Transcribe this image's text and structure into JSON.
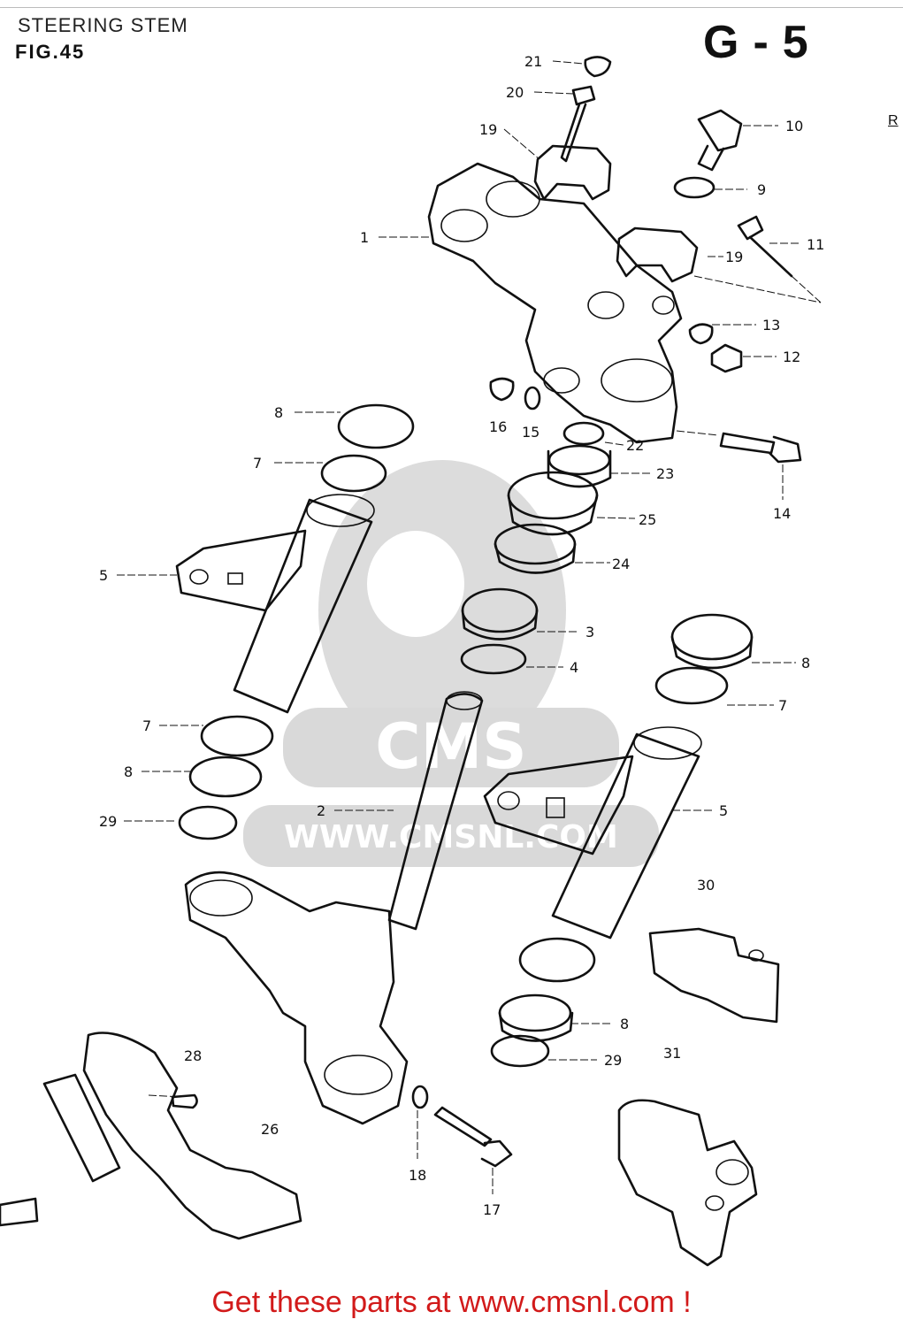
{
  "header": {
    "title": "STEERING STEM",
    "figure": "FIG.45",
    "page_code": "G-5",
    "edge_mark": "R"
  },
  "watermark": {
    "text": "WWW.CMSNL.COM",
    "logo": "CMS"
  },
  "callouts": [
    "21",
    "20",
    "19",
    "10",
    "9",
    "1",
    "11",
    "19",
    "13",
    "12",
    "16",
    "15",
    "22",
    "23",
    "25",
    "24",
    "14",
    "8",
    "7",
    "5",
    "3",
    "4",
    "8",
    "7",
    "7",
    "8",
    "29",
    "2",
    "5",
    "30",
    "8",
    "29",
    "31",
    "28",
    "26",
    "18",
    "17"
  ],
  "footer": {
    "text": "Get these parts at www.cmsnl.com !"
  },
  "colors": {
    "footer_text": "#d21a1a",
    "line_art": "#111111",
    "watermark": "#d9d9d9"
  }
}
